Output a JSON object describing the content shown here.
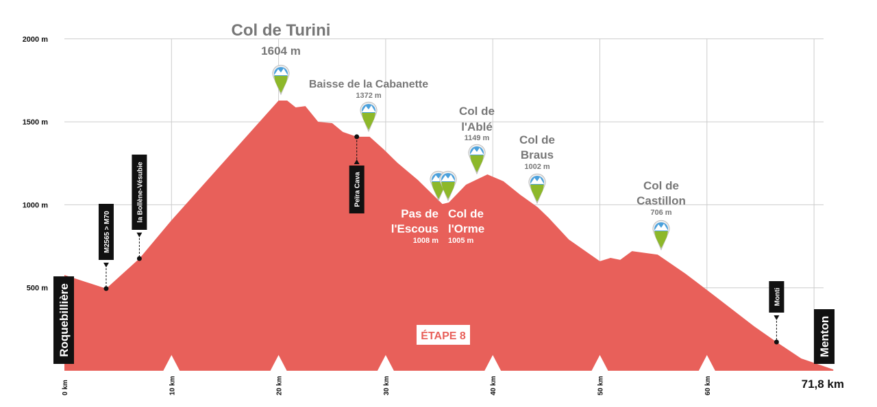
{
  "chart_data": {
    "type": "area",
    "title": "ÉTAPE 8",
    "xlabel": "km",
    "ylabel": "m",
    "xlim": [
      0,
      71.8
    ],
    "ylim": [
      0,
      2000
    ],
    "grid": true,
    "y_ticks": [
      {
        "v": 500,
        "label": "500 m"
      },
      {
        "v": 1000,
        "label": "1000 m"
      },
      {
        "v": 1500,
        "label": "1500 m"
      },
      {
        "v": 2000,
        "label": "2000 m"
      }
    ],
    "x_ticks": [
      {
        "v": 0,
        "label": "0 km"
      },
      {
        "v": 10,
        "label": "10 km"
      },
      {
        "v": 20,
        "label": "20 km"
      },
      {
        "v": 30,
        "label": "30 km"
      },
      {
        "v": 40,
        "label": "40 km"
      },
      {
        "v": 50,
        "label": "50 km"
      },
      {
        "v": 60,
        "label": "60 km"
      }
    ],
    "end_label": "71,8 km",
    "profile": {
      "x": [
        0,
        3.9,
        7.0,
        10,
        20,
        20.8,
        21.6,
        22.5,
        23.7,
        25,
        26,
        27.3,
        28.5,
        29.8,
        31.1,
        33,
        35.3,
        35.9,
        37.5,
        39.5,
        41,
        42.6,
        44.2,
        45.2,
        47.1,
        50,
        51,
        51.9,
        53,
        55.4,
        58,
        60.5,
        64.4,
        66.5,
        68.8,
        71.8
      ],
      "y": [
        577,
        495,
        676,
        907,
        1628,
        1628,
        1587,
        1595,
        1500,
        1492,
        1439,
        1410,
        1410,
        1335,
        1253,
        1150,
        1005,
        1014,
        1121,
        1183,
        1142,
        1059,
        985,
        923,
        791,
        660,
        680,
        668,
        721,
        700,
        585,
        462,
        268,
        173,
        74,
        8
      ]
    },
    "start_town": "Roquebillière",
    "end_town": "Menton",
    "waypoints": [
      {
        "km": 3.9,
        "m": 495,
        "label": "M2565 > M70"
      },
      {
        "km": 7.0,
        "m": 676,
        "label": "la Bollène-Vésubie"
      },
      {
        "km": 27.3,
        "m": 1410,
        "label": "Peïra Cava"
      },
      {
        "km": 66.5,
        "m": 173,
        "label": "Monti"
      }
    ],
    "summits": [
      {
        "km": 20.3,
        "name": "Col de Turini",
        "alt": "1604 m"
      },
      {
        "km": 28.2,
        "name": "Baisse de la Cabanette",
        "alt": "1372 m"
      },
      {
        "km": 34.9,
        "name": "Pas de l'Escous",
        "alt": "1008 m"
      },
      {
        "km": 35.7,
        "name": "Col de l'Orme",
        "alt": "1005 m"
      },
      {
        "km": 38.6,
        "name": "Col de l'Ablé",
        "alt": "1149 m"
      },
      {
        "km": 44.2,
        "name": "Col de Braus",
        "alt": "1002 m"
      },
      {
        "km": 55.8,
        "name": "Col de Castillon",
        "alt": "706 m"
      }
    ],
    "colors": {
      "fill": "#e8605a",
      "grid": "#cccccc",
      "label": "#7a7a7a"
    }
  }
}
